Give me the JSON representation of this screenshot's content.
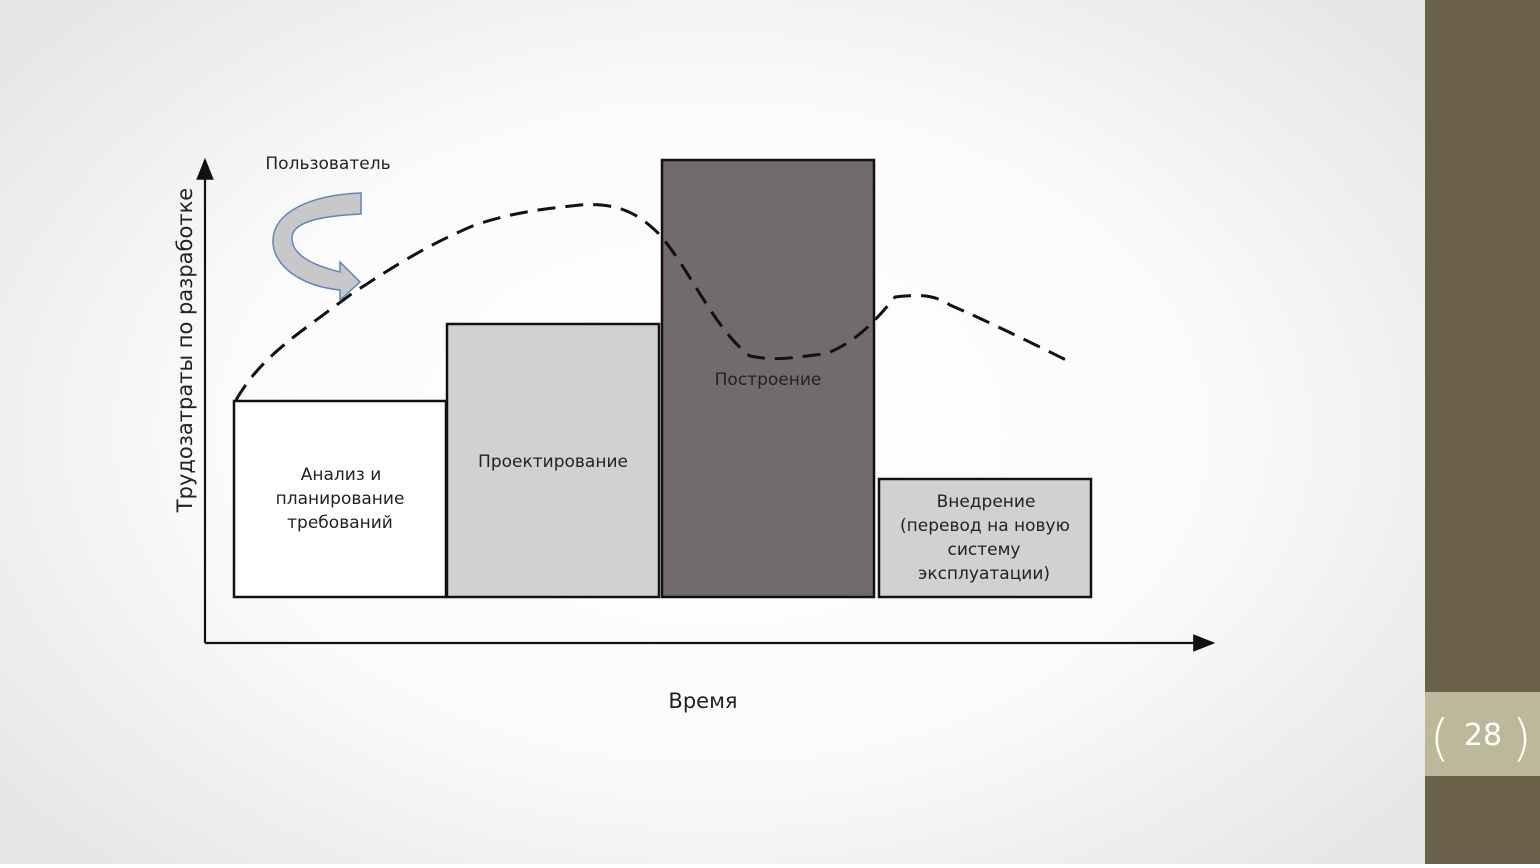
{
  "diagram": {
    "y_axis_label": "Трудозатраты по разработке",
    "x_axis_label": "Время",
    "user_label": "Пользователь",
    "phases": [
      {
        "lines": [
          "Анализ и",
          "планирование",
          "требований"
        ],
        "fill": "#ffffff"
      },
      {
        "lines": [
          "Проектирование"
        ],
        "fill": "#d2d0d1"
      },
      {
        "lines": [
          "Построение"
        ],
        "fill": "#726b6b"
      },
      {
        "lines": [
          "Внедрение",
          "(перевод на новую",
          "систему",
          "эксплуатации)"
        ],
        "fill": "#d2d0d1"
      }
    ]
  },
  "slide": {
    "page_number": "28"
  },
  "colors": {
    "sidebar": "#6b6148",
    "page_box": "#bdb899",
    "arrow_fill": "#c8c8c8",
    "arrow_outline": "#5b85c4"
  }
}
